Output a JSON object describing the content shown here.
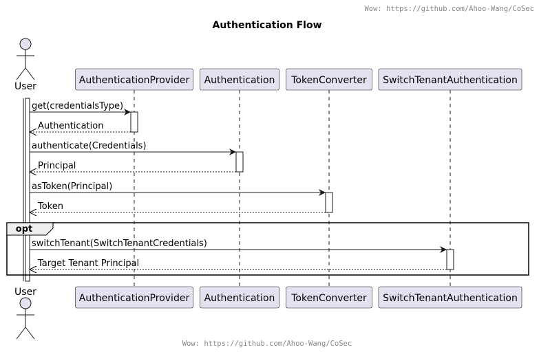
{
  "header_watermark": "Wow: https://github.com/Ahoo-Wang/CoSec",
  "title": "Authentication Flow",
  "footer_watermark": "Wow: https://github.com/Ahoo-Wang/CoSec",
  "participants": [
    {
      "id": "user",
      "label": "User",
      "kind": "actor"
    },
    {
      "id": "authentication-provider",
      "label": "AuthenticationProvider",
      "kind": "participant"
    },
    {
      "id": "authentication",
      "label": "Authentication",
      "kind": "participant"
    },
    {
      "id": "token-converter",
      "label": "TokenConverter",
      "kind": "participant"
    },
    {
      "id": "switch-tenant-authentication",
      "label": "SwitchTenantAuthentication",
      "kind": "participant"
    }
  ],
  "messages": [
    {
      "from": "user",
      "to": "authentication-provider",
      "label": "get(credentialsType)",
      "style": "solid"
    },
    {
      "from": "authentication-provider",
      "to": "user",
      "label": "Authentication",
      "style": "dashed"
    },
    {
      "from": "user",
      "to": "authentication",
      "label": "authenticate(Credentials)",
      "style": "solid"
    },
    {
      "from": "authentication",
      "to": "user",
      "label": "Principal",
      "style": "dashed"
    },
    {
      "from": "user",
      "to": "token-converter",
      "label": "asToken(Principal)",
      "style": "solid"
    },
    {
      "from": "token-converter",
      "to": "user",
      "label": "Token",
      "style": "dashed"
    },
    {
      "from": "user",
      "to": "switch-tenant-authentication",
      "label": "switchTenant(SwitchTenantCredentials)",
      "style": "solid"
    },
    {
      "from": "switch-tenant-authentication",
      "to": "user",
      "label": "Target Tenant Principal",
      "style": "dashed"
    }
  ],
  "fragments": [
    {
      "label": "opt",
      "first_message": 6,
      "last_message": 7
    }
  ],
  "colors": {
    "participant_fill": "#e2e2f0",
    "participant_stroke": "#181818",
    "line": "#181818",
    "lifeline": "#181818",
    "watermark": "#888888",
    "background": "#ffffff"
  }
}
